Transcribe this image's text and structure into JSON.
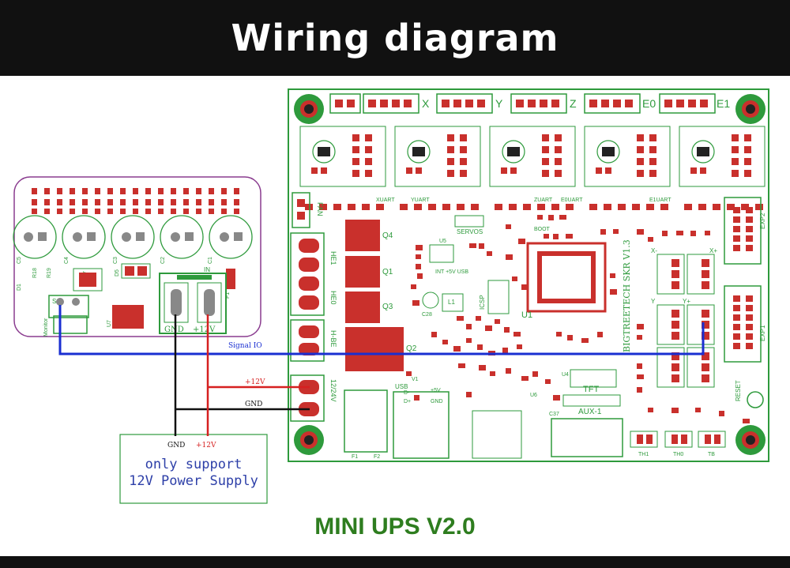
{
  "header": {
    "title": "Wiring diagram"
  },
  "caption": "MINI UPS V2.0",
  "colors": {
    "board": "#c9302c",
    "outline": "#2e9a3c",
    "signal": "#1a2fd1",
    "power": "#d62020",
    "ground": "#111111",
    "ups_border": "#8a3c8f"
  },
  "ups": {
    "pins": {
      "monitor": "Monitor",
      "s": "S",
      "gnd": "GND",
      "plus12v": "+12V",
      "in": "IN"
    },
    "parts": [
      "C5",
      "C4",
      "C3",
      "C2",
      "C1",
      "D1",
      "R18",
      "R19",
      "D5",
      "U7",
      "F1",
      "R7"
    ]
  },
  "wires": {
    "signal": "Signal IO",
    "power": "+12V",
    "ground": "GND"
  },
  "psu": {
    "gnd": "GND",
    "plus12v": "+12V",
    "line1": "only support",
    "line2": "12V Power Supply"
  },
  "board": {
    "motor_labels": [
      "X",
      "Y",
      "Z",
      "E0",
      "E1"
    ],
    "model": "BIGTREETECH SKR V1.3",
    "labels": {
      "fan": "FAN",
      "he1": "HE1",
      "he0": "HE0",
      "hbe": "H-BE",
      "power_in": "12/24V",
      "q4": "Q4",
      "q1": "Q1",
      "q3": "Q3",
      "q2": "Q2",
      "u1": "U1",
      "u5": "U5",
      "l1": "L1",
      "c28": "C28",
      "icsp": "ICSP",
      "servos": "SERVOS",
      "boot": "BOOT",
      "usb": "USB",
      "tft": "TFT",
      "aux1": "AUX-1",
      "exp1": "EXP1",
      "exp2": "EXP2",
      "reset": "RESET",
      "th1": "TH1",
      "th0": "TH0",
      "tb": "TB",
      "int5v": "INT +5V USB",
      "xuart": "XUART",
      "yuart": "YUART",
      "zuart": "ZUART",
      "e0uart": "E0UART",
      "e1uart": "E1UART",
      "ly": "Y",
      "lyp": "Y+",
      "lx": "X-",
      "lxp": "X+",
      "d_minus": "D-",
      "d_plus": "D+",
      "plus5v": "+5V",
      "gnd": "GND",
      "f1": "F1",
      "f2": "F2",
      "v1": "V1",
      "u6": "U6",
      "c37": "C37",
      "u4": "U4"
    }
  }
}
